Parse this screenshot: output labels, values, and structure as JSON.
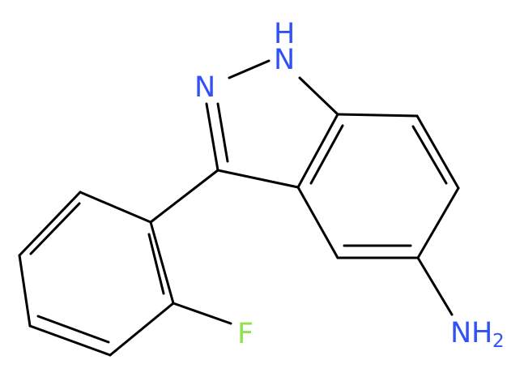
{
  "molecule": {
    "atoms": {
      "nh": {
        "element": "N",
        "hydrogen": "H",
        "color": "#3050f8"
      },
      "n": {
        "element": "N",
        "color": "#3050f8"
      },
      "f": {
        "element": "F",
        "color": "#90e050"
      },
      "nh2": {
        "element": "N",
        "hydrogen": "H",
        "count": "2",
        "color": "#3050f8"
      }
    },
    "bond_color": "#000000",
    "background": "#ffffff"
  }
}
